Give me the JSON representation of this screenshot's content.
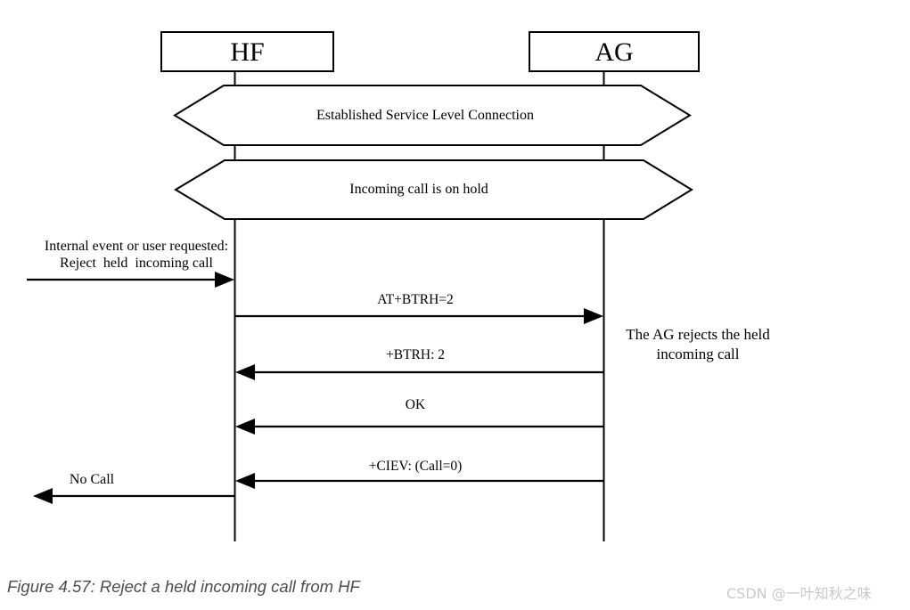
{
  "diagram": {
    "actors": [
      {
        "label": "HF"
      },
      {
        "label": "AG"
      }
    ],
    "banners": [
      {
        "label": "Established Service Level Connection"
      },
      {
        "label": "Incoming call is on hold"
      }
    ],
    "left_event": {
      "line1": "Internal event or user requested:",
      "line2": "Reject  held  incoming call"
    },
    "messages": [
      {
        "label": "AT+BTRH=2",
        "from": "HF",
        "to": "AG"
      },
      {
        "label": "+BTRH: 2",
        "from": "AG",
        "to": "HF"
      },
      {
        "label": "OK",
        "from": "AG",
        "to": "HF"
      },
      {
        "label": "+CIEV: (Call=0)",
        "from": "AG",
        "to": "HF"
      }
    ],
    "right_note": {
      "line1": "The AG rejects the held",
      "line2": "incoming call"
    },
    "left_result": {
      "label": "No Call"
    }
  },
  "caption": "Figure 4.57: Reject a held incoming call from HF",
  "watermark": "CSDN @一叶知秋之味",
  "colors": {
    "line": "#000000",
    "text": "#000000",
    "caption": "#4d4d4d",
    "watermark": "#c9c9c9",
    "background": "#ffffff"
  }
}
